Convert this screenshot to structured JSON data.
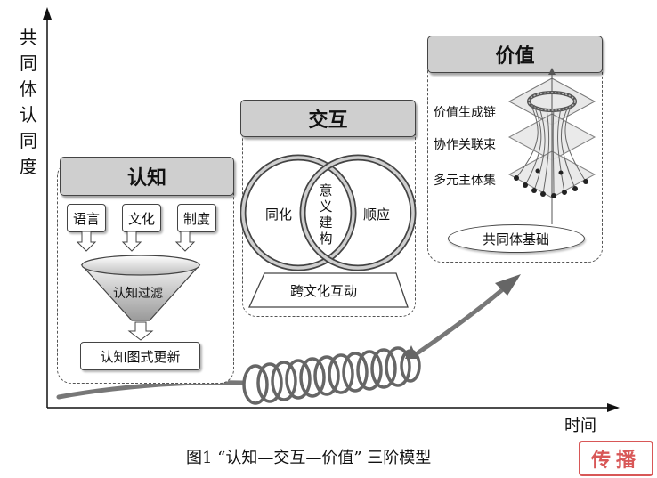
{
  "axes": {
    "y_label": "共同体认同度",
    "x_label": "时间"
  },
  "cognition": {
    "title": "认知",
    "inputs": [
      "语言",
      "文化",
      "制度"
    ],
    "filter": "认知过滤",
    "output": "认知图式更新"
  },
  "interaction": {
    "title": "交互",
    "left": "同化",
    "middle": "意义建构",
    "right": "顺应",
    "base": "跨文化互动"
  },
  "value": {
    "title": "价值",
    "layers": [
      "价值生成链",
      "协作关联束",
      "多元主体集"
    ],
    "base": "共同体基础"
  },
  "caption": "图1 “认知—交互—价值” 三阶模型",
  "watermark": "传播"
}
